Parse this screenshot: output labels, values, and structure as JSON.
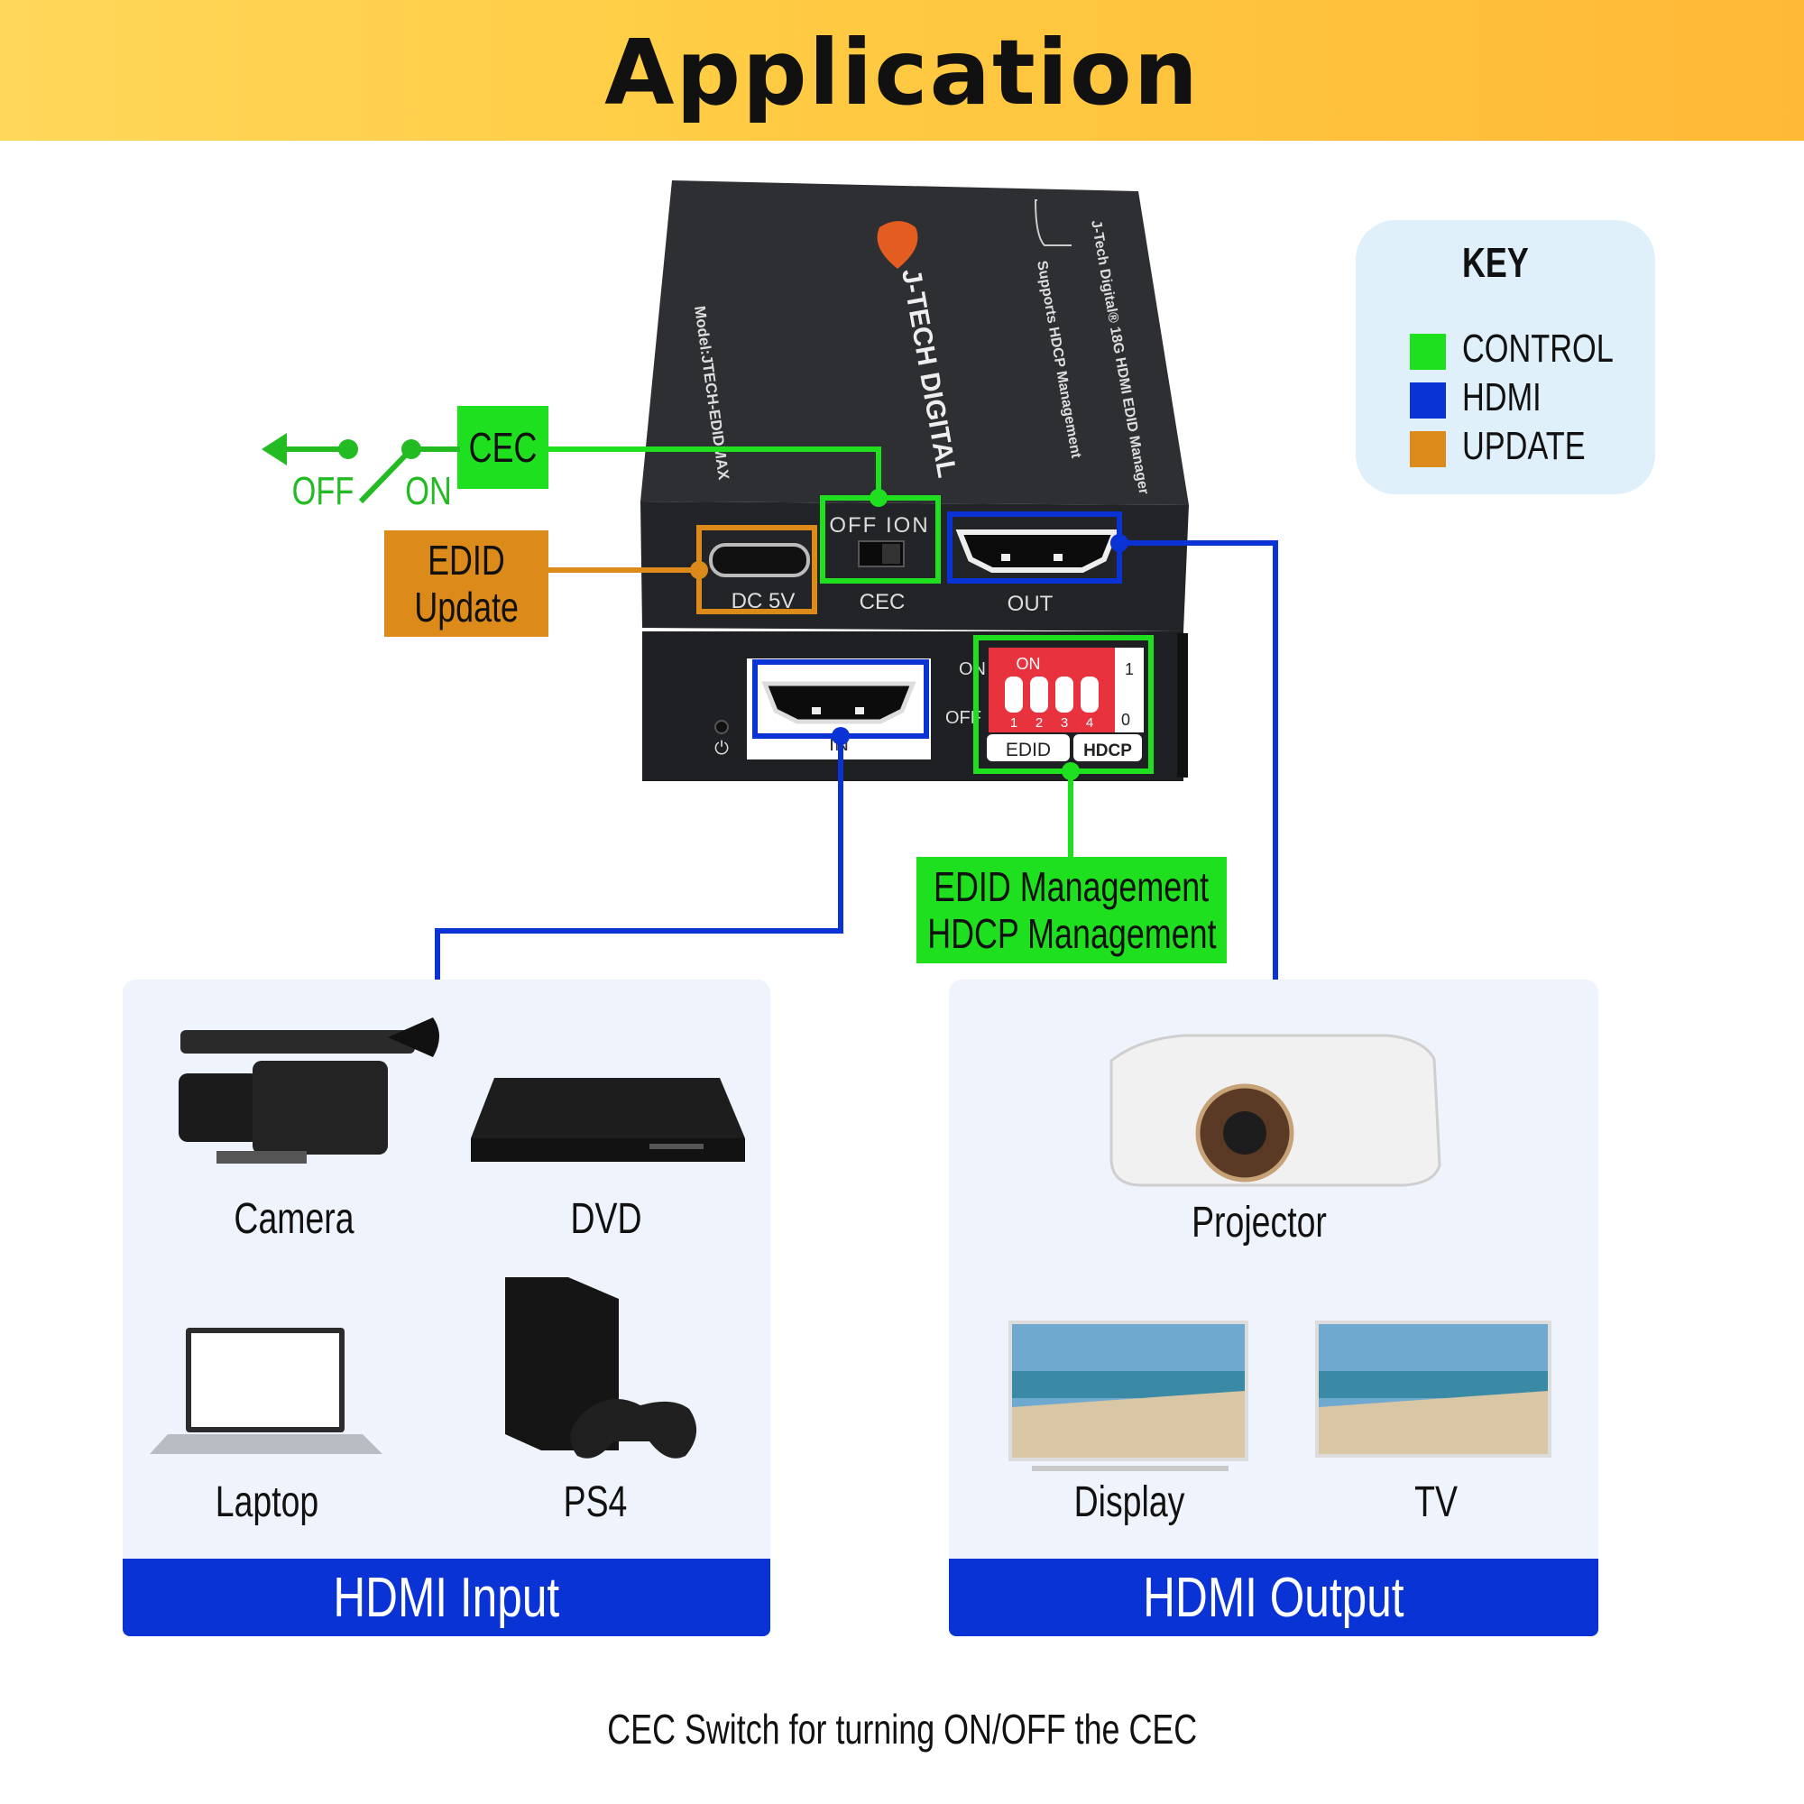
{
  "title": "Application",
  "key": {
    "title": "KEY",
    "items": [
      {
        "label": "CONTROL",
        "color": "#1fe01f"
      },
      {
        "label": "HDMI",
        "color": "#0a33d6"
      },
      {
        "label": "UPDATE",
        "color": "#dc8a1a"
      }
    ]
  },
  "device": {
    "brand": "J-TECH DIGITAL",
    "model": "Model:JTECH-EDIDMAX",
    "product_line1": "J-Tech Digital® 18G HDMI EDID Manager",
    "product_line2": "Supports HDCP Management",
    "ports": {
      "dc": "DC 5V",
      "cec": "CEC",
      "cec_switch": "OFF ION",
      "out": "OUT",
      "in": "IN",
      "dip_on": "ON",
      "dip_numbers": [
        "1",
        "2",
        "3",
        "4"
      ],
      "dip_one": "1",
      "dip_zero": "0",
      "edid": "EDID",
      "hdcp": "HDCP",
      "side_on": "ON",
      "side_off": "OFF"
    }
  },
  "callouts": {
    "cec": "CEC",
    "switch_off": "OFF",
    "switch_on": "ON",
    "edid_update_line1": "EDID",
    "edid_update_line2": "Update",
    "mgmt_line1": "EDID Management",
    "mgmt_line2": "HDCP Management"
  },
  "input_panel": {
    "title": "HDMI Input",
    "devices": [
      "Camera",
      "DVD",
      "Laptop",
      "PS4"
    ]
  },
  "output_panel": {
    "title": "HDMI Output",
    "devices": [
      "Projector",
      "Display",
      "TV"
    ]
  },
  "footer": "CEC Switch for turning ON/OFF the CEC"
}
